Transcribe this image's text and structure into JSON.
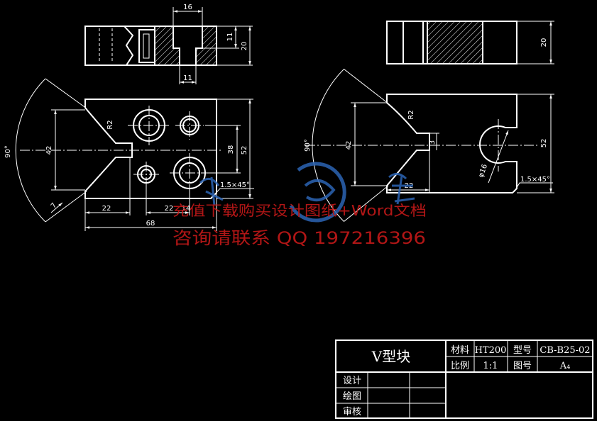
{
  "colors": {
    "background": "#000000",
    "line": "#ffffff",
    "watermark_text": "#d11a1a",
    "watermark_logo": "#2c64b4"
  },
  "left_top_view": {
    "counterbore_width": "16",
    "counterbore_depth": "11",
    "thickness": "20",
    "hole_width": "11"
  },
  "left_front_view": {
    "angle": "90°",
    "v_opening": "42",
    "groove_radius": "R2",
    "hole_spacing": "38",
    "height": "52",
    "chamfer": "1.5×45°",
    "dim_a": "22",
    "dim_b": "22",
    "dim_c": "14",
    "length": "68",
    "edge": "7"
  },
  "right_top_view": {
    "thickness": "20"
  },
  "right_front_view": {
    "angle": "90°",
    "v_opening": "42",
    "groove_radius": "R2",
    "slot_width": "3",
    "height": "52",
    "bore": "φ16",
    "offset": "22",
    "chamfer": "1.5×45°"
  },
  "title_block": {
    "part_name": "V型块",
    "material_label": "材料",
    "material": "HT200",
    "model_label": "型号",
    "model": "CB-B25-02",
    "scale_label": "比例",
    "scale": "1:1",
    "drawing_no_label": "图号",
    "drawing_no": "A₄",
    "roles": [
      "设计",
      "绘图",
      "审核"
    ]
  },
  "watermark": {
    "line1": "充值下载购买设计图纸+Word文档",
    "line2": "咨询请联系 QQ 197216396"
  }
}
